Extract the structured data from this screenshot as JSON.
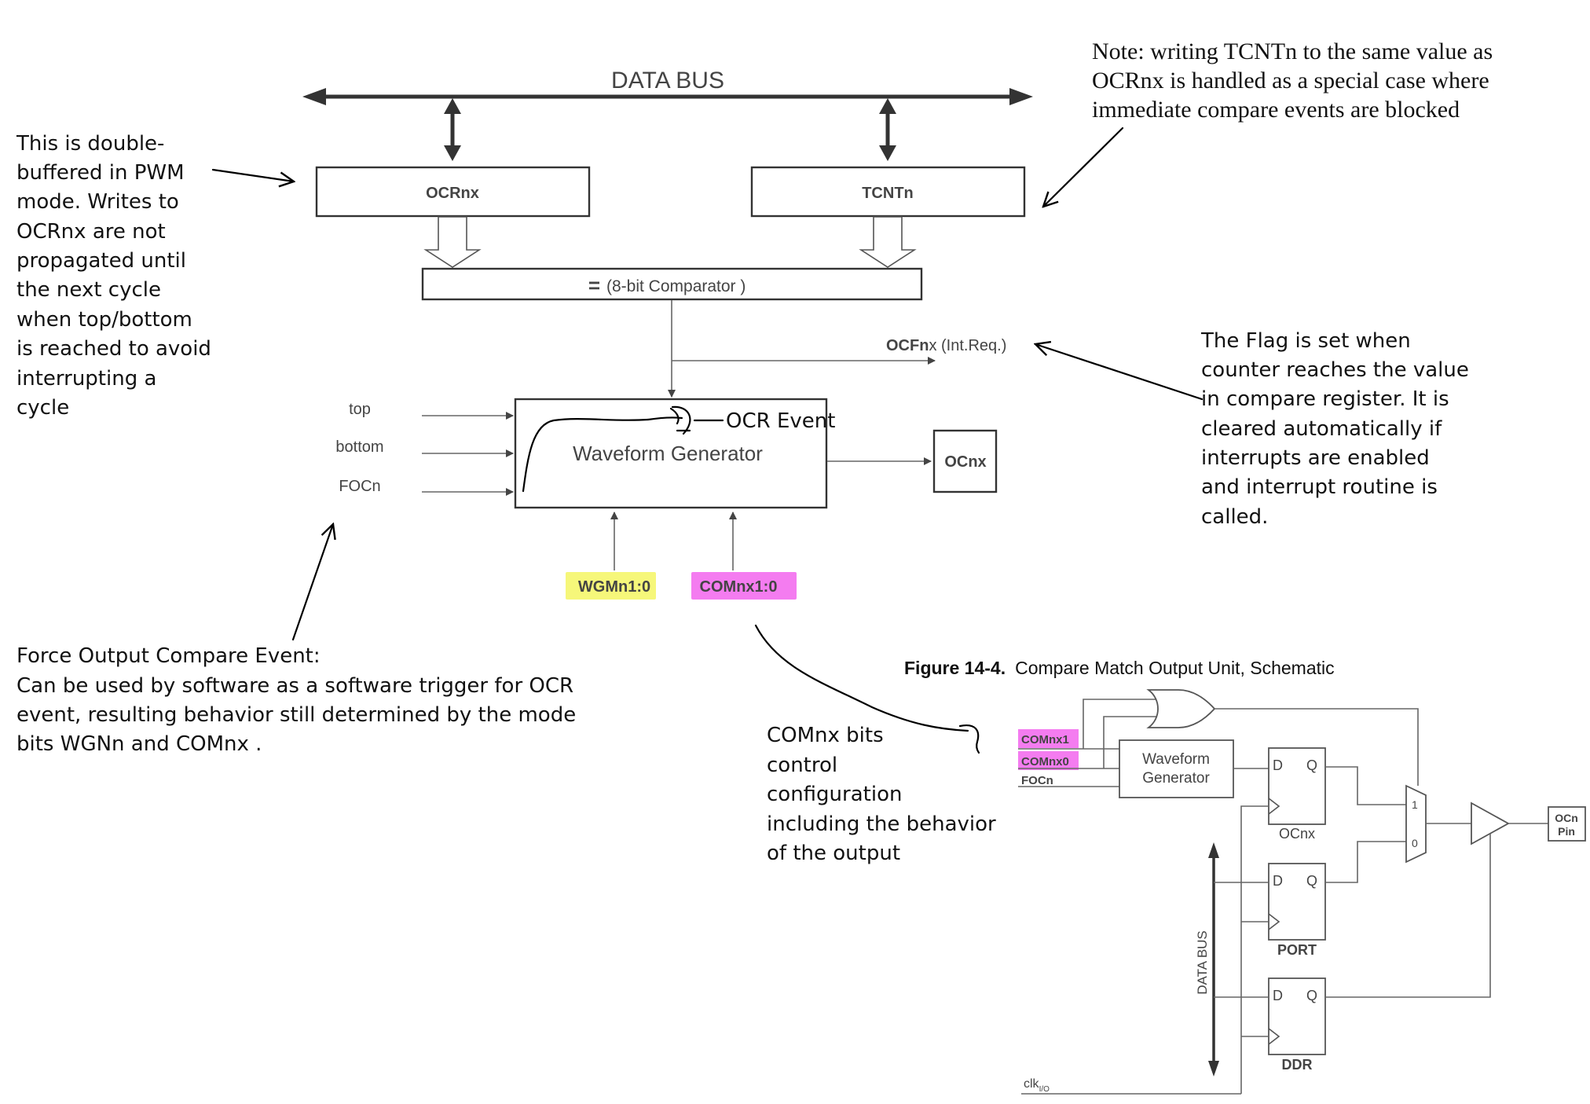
{
  "notes": {
    "tcnt_note": [
      "Note: writing TCNTn to the same value as",
      "OCRnx is handled as a special case where",
      "immediate compare events are blocked"
    ],
    "double_buffer": [
      "This is double-",
      "buffered in PWM",
      "mode.  Writes to",
      "OCRnx are not",
      "propagated until",
      "the next cycle",
      "when top/bottom",
      "is reached to avoid",
      "interrupting a",
      "cycle"
    ],
    "flag": [
      "The Flag is set when",
      "counter reaches the value",
      "in compare register.  It is",
      "cleared automatically if",
      "interrupts are enabled",
      "and interrupt routine is",
      "called."
    ],
    "force": [
      "Force Output Compare Event:",
      "Can be used by software as a software trigger for OCR",
      "event, resulting behavior still determined by the mode",
      "bits WGNn and COMnx  ."
    ],
    "comnx": [
      "COMnx bits",
      "control",
      "configuration",
      "including the behavior",
      "of the output"
    ],
    "ocr_event": "OCR Event"
  },
  "block_diagram": {
    "data_bus": "DATA BUS",
    "ocrnx": "OCRnx",
    "tcntn": "TCNTn",
    "comparator_eq": "=",
    "comparator": "(8-bit Comparator )",
    "ocf_bold": "OCFn",
    "ocf_rest": "x (Int.Req.)",
    "waveform": "Waveform Generator",
    "inputs": [
      "top",
      "bottom",
      "FOCn"
    ],
    "ocnx": "OCnx",
    "wgm": "WGMn1:0",
    "com": "COMnx1:0"
  },
  "schematic": {
    "figure_label": "Figure 14-4.",
    "figure_title": "Compare Match Output Unit, Schematic",
    "inputs": [
      "COMnx1",
      "COMnx0",
      "FOCn"
    ],
    "waveform": [
      "Waveform",
      "Generator"
    ],
    "flipflops": [
      "OCnx",
      "PORT",
      "DDR"
    ],
    "d": "D",
    "q": "Q",
    "mux_1": "1",
    "mux_0": "0",
    "pin": [
      "OCn",
      "Pin"
    ],
    "data_bus": "DATA BUS",
    "clk": "clk",
    "clk_sub": "I/O"
  },
  "colors": {
    "highlight_yellow": "#f6f77a",
    "highlight_magenta": "#f47cf0"
  }
}
